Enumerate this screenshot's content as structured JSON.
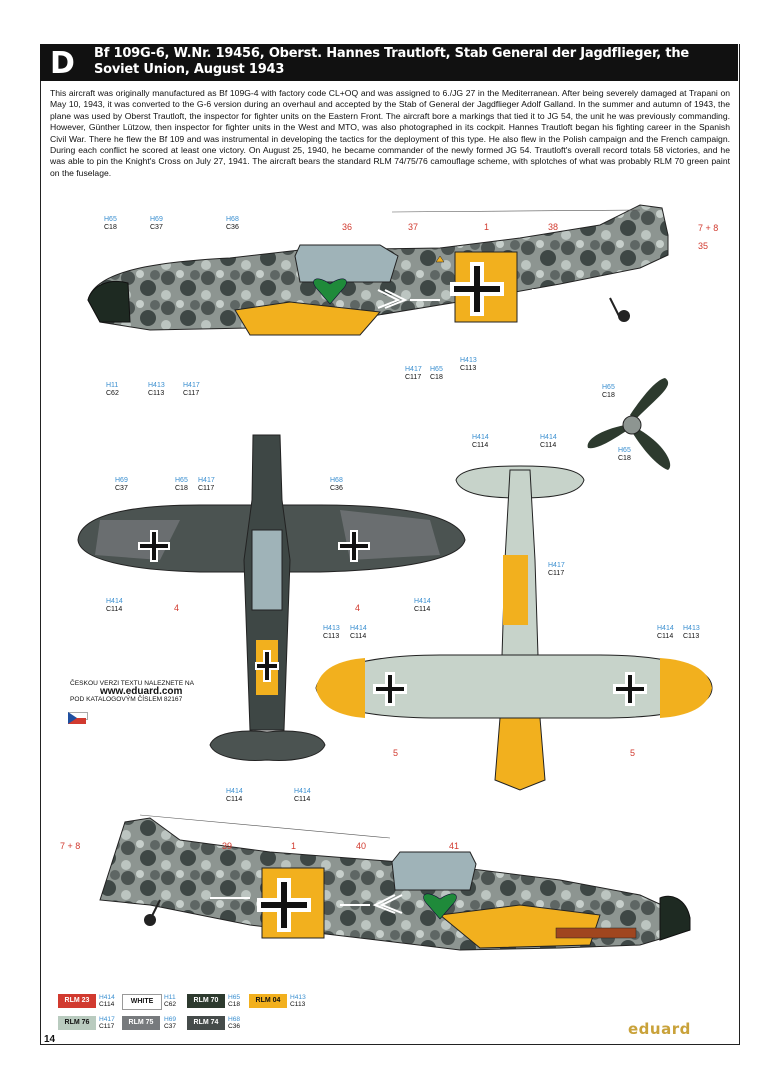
{
  "header": {
    "letter": "D",
    "title": "Bf 109G-6, W.Nr. 19456, Oberst. Hannes Trautloft, Stab General der Jagdflieger, the Soviet Union, August 1943"
  },
  "description": "This aircraft was originally manufactured as Bf 109G-4 with factory code CL+OQ and was assigned to 6./JG 27 in the Mediterranean. After being severely damaged at Trapani on May 10, 1943, it was converted to the G-6 version during an overhaul and accepted by the Stab of General der Jagdflieger Adolf Galland. In the summer and autumn of 1943, the plane was used by Oberst Trautloft, the inspector for fighter units on the Eastern Front. The aircraft bore a markings that tied it to JG 54, the unit he was previously commanding. However, Günther Lützow, then inspector for fighter units in the West and MTO, was also photographed in its cockpit. Hannes Trautloft began his fighting career in the Spanish Civil War. There he flew the Bf 109 and was instrumental in developing the tactics for the deployment of this type. He also flew in the Polish campaign and the French campaign. During each conflict he scored at least one victory. On August 25, 1940, he became commander of the newly formed JG 54. Trautloft's overall record totals 58 victories, and he was able to pin the Knight's Cross on July 27, 1941. The aircraft bears the standard RLM 74/75/76 camouflage scheme, with splotches of what was probably RLM 70 green paint on the fuselage.",
  "page_number": "14",
  "czech_note": {
    "line1": "ČESKOU VERZI TEXTU NALEZNETE NA",
    "url": "www.eduard.com",
    "line3": "POD KATALOGOVÝM ČÍSLEM 82167"
  },
  "logo": "eduard",
  "callouts_side": {
    "h65": "H65",
    "c18": "C18",
    "h69": "H69",
    "c37": "C37",
    "h68": "H68",
    "c36": "C36",
    "h11": "H11",
    "c62": "C62",
    "h413": "H413",
    "c113": "C113",
    "h417": "H417",
    "c117": "C117",
    "h417b": "H417",
    "c117b": "C117",
    "h65b": "H65",
    "c18b": "C18",
    "h413b": "H413",
    "c113b": "C113",
    "n36": "36",
    "n37": "37",
    "n1": "1",
    "n38": "38",
    "n78": "7 + 8",
    "n35": "35"
  },
  "callouts_prop": {
    "h65a": "H65",
    "c18a": "C18",
    "h65b": "H65",
    "c18b": "C18"
  },
  "callouts_top": {
    "h69": "H69",
    "c37": "C37",
    "h65": "H65",
    "c18": "C18",
    "h417": "H417",
    "c117": "C117",
    "h68": "H68",
    "c36": "C36",
    "h414a": "H414",
    "c114a": "C114",
    "h414b": "H414",
    "c114b": "C114",
    "n4a": "4",
    "n4b": "4",
    "h414c": "H414",
    "c114c": "C114",
    "h414d": "H414",
    "c114d": "C114"
  },
  "callouts_bottom": {
    "h414a": "H414",
    "c114a": "C114",
    "h414b": "H414",
    "c114b": "C114",
    "h417": "H417",
    "c117": "C117",
    "h413a": "H413",
    "c113a": "C113",
    "h414c": "H414",
    "c114c": "C114",
    "h414d": "H414",
    "c114d": "C114",
    "h413b": "H413",
    "c113b": "C113",
    "n5a": "5",
    "n5b": "5"
  },
  "callouts_side2": {
    "n78": "7 + 8",
    "n39": "39",
    "n1": "1",
    "n40": "40",
    "n41": "41"
  },
  "legend": [
    {
      "name": "RLM 23",
      "h": "H414",
      "c": "C114",
      "bg": "#d13a2f",
      "fg": "#ffffff"
    },
    {
      "name": "WHITE",
      "h": "H11",
      "c": "C62",
      "bg": "#ffffff",
      "fg": "#111111"
    },
    {
      "name": "RLM 70",
      "h": "H65",
      "c": "C18",
      "bg": "#2d3a2e",
      "fg": "#ffffff"
    },
    {
      "name": "RLM 04",
      "h": "H413",
      "c": "C113",
      "bg": "#f2b01e",
      "fg": "#111111"
    },
    {
      "name": "RLM 76",
      "h": "H417",
      "c": "C117",
      "bg": "#b9cbbf",
      "fg": "#111111"
    },
    {
      "name": "RLM 75",
      "h": "H69",
      "c": "C37",
      "bg": "#777a7d",
      "fg": "#ffffff"
    },
    {
      "name": "RLM 74",
      "h": "H68",
      "c": "C36",
      "bg": "#454b4a",
      "fg": "#ffffff"
    }
  ],
  "colors": {
    "green": "#1f8a3a",
    "yellow": "#f2b01e",
    "red": "#d13a2f",
    "blue": "#3a8fd0",
    "dark": "#3d4443",
    "mid": "#6f7574",
    "light": "#c7d3ca"
  }
}
